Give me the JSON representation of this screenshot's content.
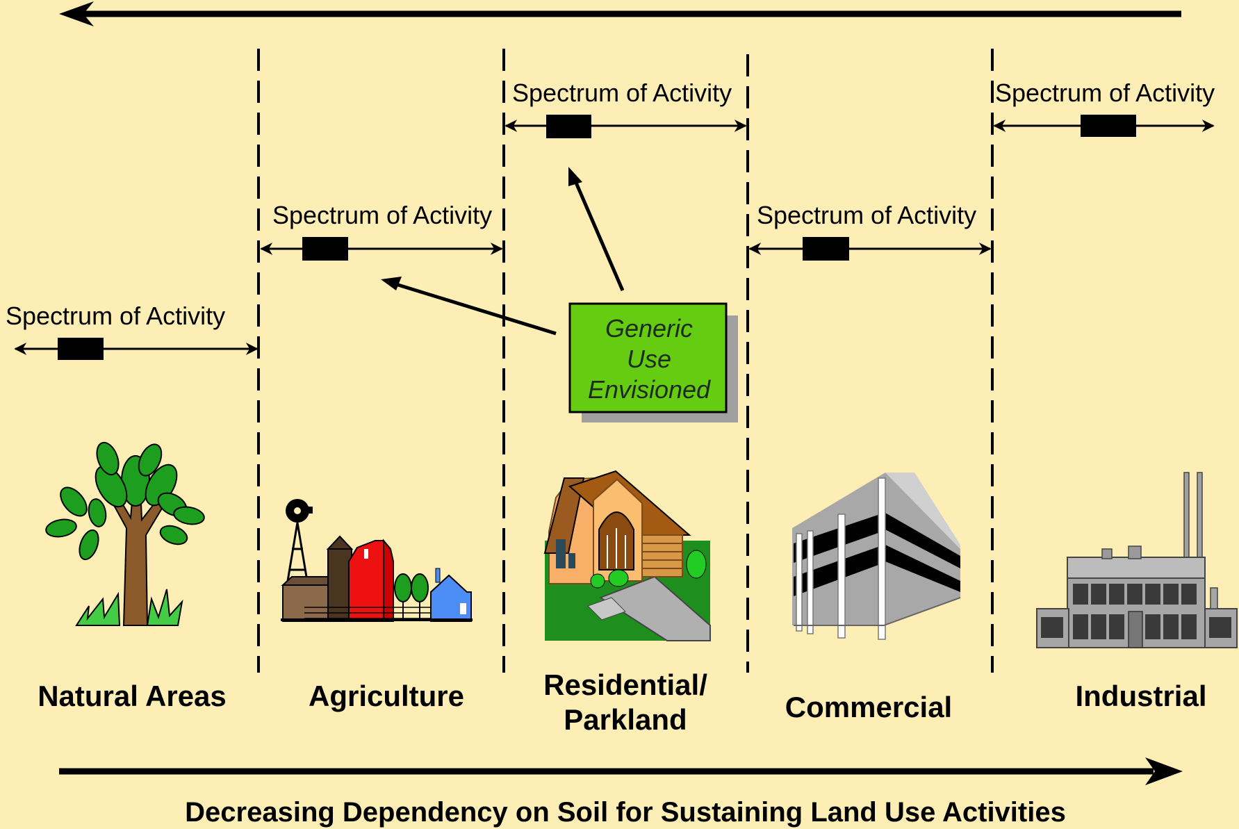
{
  "spectrum_label": "Spectrum of Activity",
  "callout": {
    "line1": "Generic",
    "line2": "Use",
    "line3": "Envisioned"
  },
  "categories": {
    "natural": "Natural Areas",
    "agriculture": "Agriculture",
    "residential_line1": "Residential/",
    "residential_line2": "Parkland",
    "commercial": "Commercial",
    "industrial": "Industrial"
  },
  "bottom_label": "Decreasing Dependency on Soil for Sustaining Land Use Activities",
  "colors": {
    "background": "#fdeeb6",
    "callout_fill": "#66cc11",
    "callout_shadow": "#a0a0a0"
  }
}
